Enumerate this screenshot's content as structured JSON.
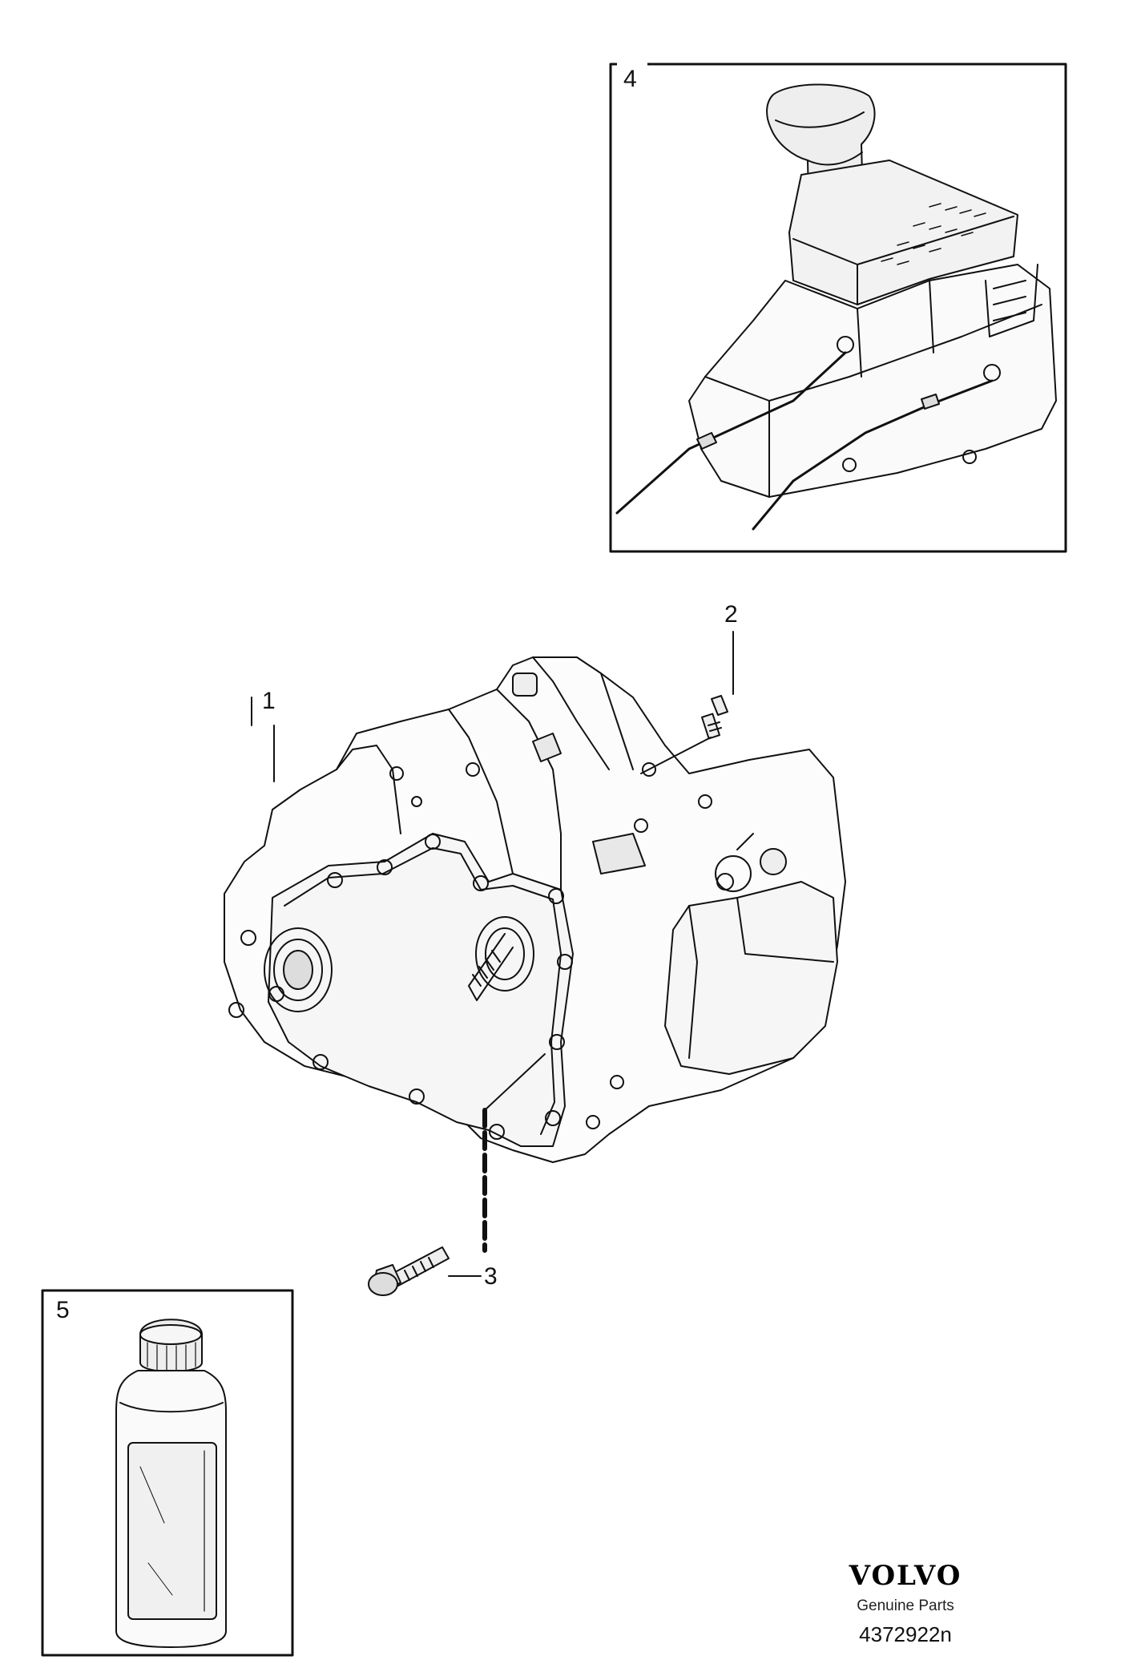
{
  "callouts": {
    "c1": "1",
    "c2": "2",
    "c3": "3",
    "c4": "4",
    "c5": "5"
  },
  "brand": {
    "logo": "VOLVO",
    "tagline": "Genuine Parts",
    "diagram_number": "4372922n"
  },
  "colors": {
    "line": "#111111",
    "background": "#ffffff",
    "shade": "#d8d8d8"
  }
}
